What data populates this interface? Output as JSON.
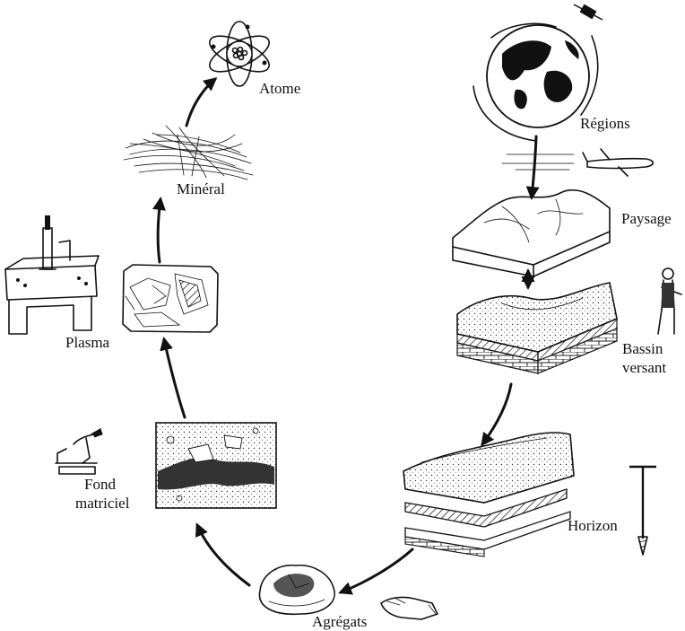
{
  "labels": {
    "atome": "Atome",
    "mineral": "Minéral",
    "regions": "Régions",
    "paysage": "Paysage",
    "bassin_1": "Bassin",
    "bassin_2": "versant",
    "horizon": "Horizon",
    "agregats": "Agrégats",
    "fond_1": "Fond",
    "fond_2": "matriciel",
    "plasma": "Plasma"
  }
}
